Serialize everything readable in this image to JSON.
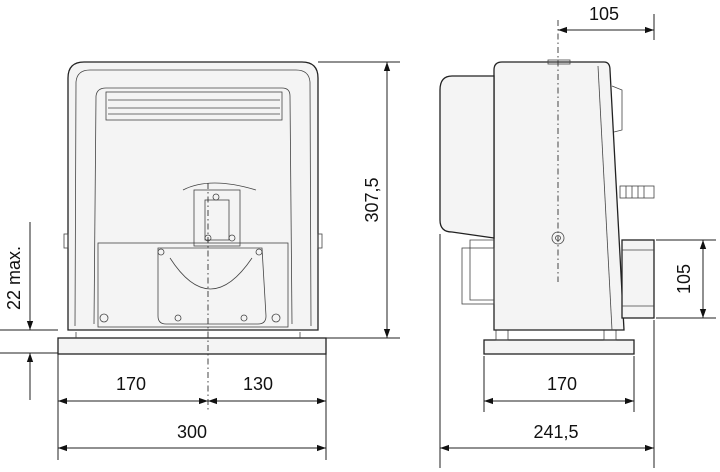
{
  "dimensions": {
    "front_height": "307,5",
    "front_clearance": "22 max.",
    "front_left_width": "170",
    "front_right_width": "130",
    "front_total_width": "300",
    "side_top_offset": "105",
    "side_right_height": "105",
    "side_bottom_width": "170",
    "side_total_width": "241,5"
  }
}
